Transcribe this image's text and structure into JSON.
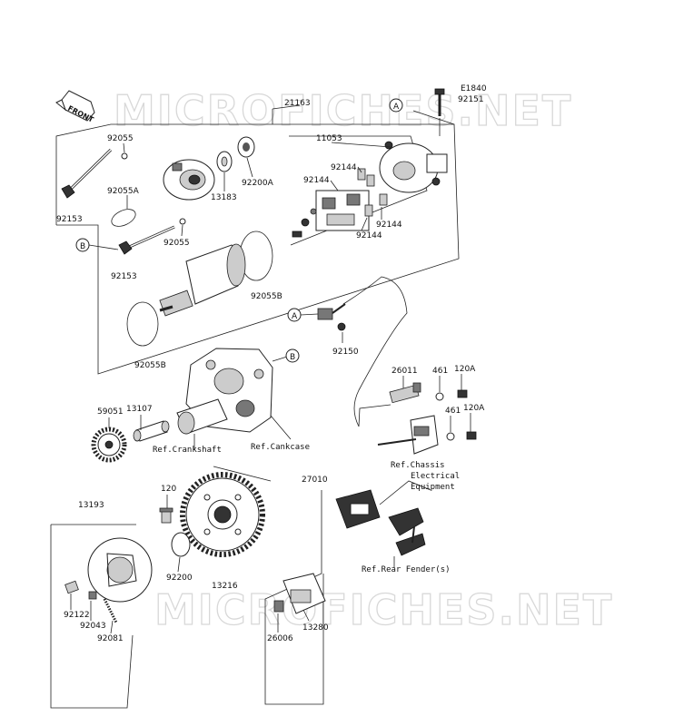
{
  "diagram_code": "E1840",
  "front_label": "FRONT",
  "watermark": "MICROFICHES.NET",
  "callouts": {
    "a": "A",
    "b": "B"
  },
  "part_numbers": {
    "p21163": "21163",
    "p92151": "92151",
    "p11053": "11053",
    "p92055_top": "92055",
    "p92055A": "92055A",
    "p92153_top": "92153",
    "p92153_bottom": "92153",
    "p92055_mid": "92055",
    "p13183": "13183",
    "p92200A": "92200A",
    "p92144_1": "92144",
    "p92144_2": "92144",
    "p92144_3": "92144",
    "p92144_4": "92144",
    "p92055B_right": "92055B",
    "p92055B_left": "92055B",
    "p92150": "92150",
    "p26011": "26011",
    "p461_top": "461",
    "p461_bottom": "461",
    "p120A_top": "120A",
    "p120A_bottom": "120A",
    "p59051": "59051",
    "p13107": "13107",
    "p13193": "13193",
    "p120": "120",
    "p92200": "92200",
    "p13216": "13216",
    "p27010": "27010",
    "p92122": "92122",
    "p92043": "92043",
    "p92081": "92081",
    "p26006": "26006",
    "p13280": "13280"
  },
  "references": {
    "crankshaft": "Ref.Crankshaft",
    "crankcase": "Ref.Cankcase",
    "chassis_line1": "Ref.Chassis",
    "chassis_line2": "Electrical",
    "chassis_line3": "Equipment",
    "rear_fender": "Ref.Rear Fender(s)"
  }
}
